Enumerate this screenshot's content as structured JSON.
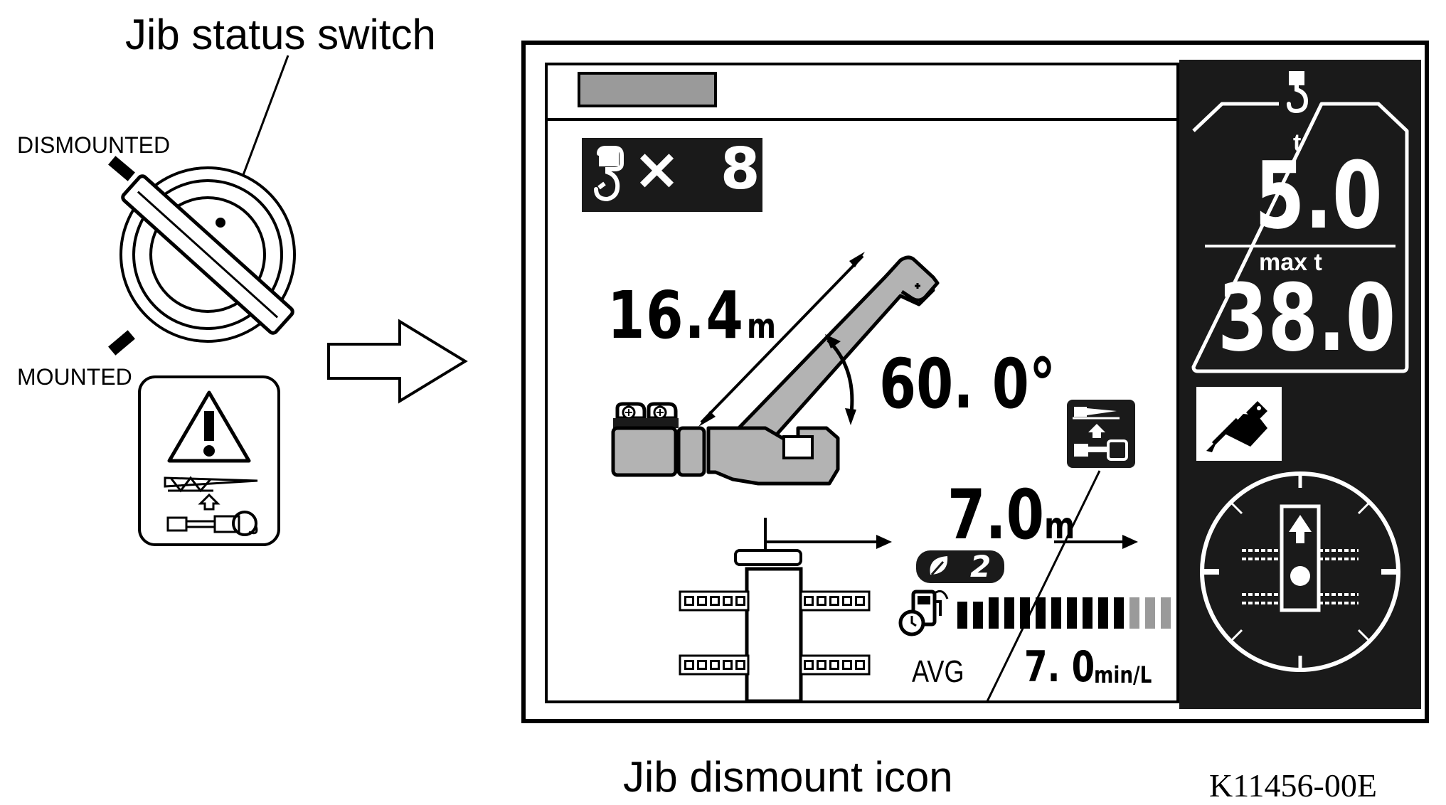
{
  "callouts": {
    "switch_label": "Jib status switch",
    "icon_label": "Jib dismount icon",
    "figure_code": "K11456-00E"
  },
  "switch": {
    "dismounted_label": "DISMOUNTED",
    "mounted_label": "MOUNTED"
  },
  "display": {
    "hook_multiplier": "× 8",
    "boom_length": "16.4",
    "boom_length_unit": "m",
    "boom_angle": "60. 0°",
    "working_radius": "7.0",
    "working_radius_unit": "m",
    "eco_level": "2",
    "fuel_avg_label": "AVG",
    "fuel_avg_value": "7. 0",
    "fuel_avg_unit": "min/L",
    "fuel_bar_total_segments": 14,
    "fuel_bar_filled_segments": 11
  },
  "load_panel": {
    "load_unit": "t",
    "load_value": "5.0",
    "max_label": "max t",
    "max_value": "38.0"
  },
  "icons": {
    "hook": "hook-icon",
    "boom": "boom-icon",
    "jib_dismount": "jib-dismount-icon",
    "eco": "eco-icon",
    "fuel": "fuel-pump-icon",
    "telescope": "telescope-icon",
    "level": "level-indicator-icon",
    "warning": "warning-icon"
  },
  "colors": {
    "ink": "#000000",
    "panel_dark": "#1a1a1a",
    "boom_gray": "#b3b3b3",
    "bar_gray": "#9a9a9a"
  }
}
